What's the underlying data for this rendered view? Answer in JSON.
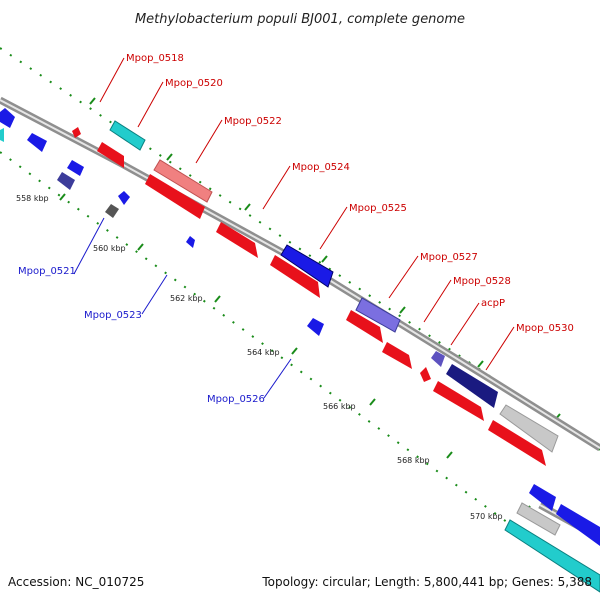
{
  "title": "Methylobacterium populi BJ001, complete genome",
  "footer": {
    "accession": "Accession: NC_010725",
    "topology": "Topology: circular; Length: 5,800,441 bp; Genes: 5,388"
  },
  "colors": {
    "forward": "#e8111b",
    "reverse": "#1a1ae6",
    "backbone": "#8f8f8f",
    "tick": "#1a8c1a"
  },
  "kbp_labels": [
    "558 kbp",
    "560 kbp",
    "562 kbp",
    "564 kbp",
    "566 kbp",
    "568 kbp",
    "570 kbp"
  ],
  "forward_genes": [
    "Mpop_0518",
    "Mpop_0520",
    "Mpop_0522",
    "Mpop_0524",
    "Mpop_0525",
    "Mpop_0527",
    "Mpop_0528",
    "acpP",
    "Mpop_0530"
  ],
  "reverse_genes": [
    "Mpop_0521",
    "Mpop_0523",
    "Mpop_0526"
  ]
}
